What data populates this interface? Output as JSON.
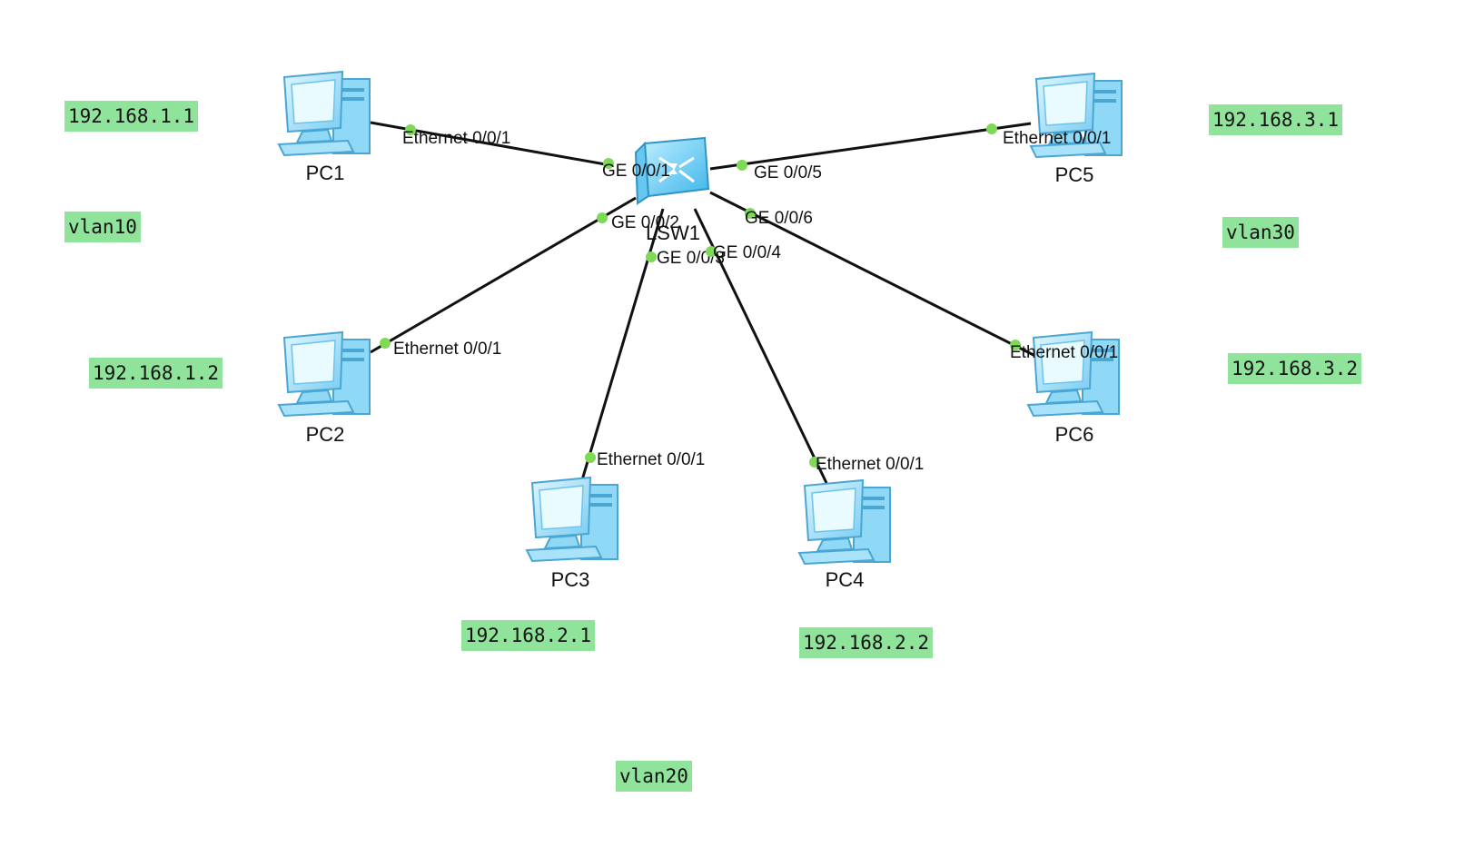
{
  "devices": {
    "switch": {
      "label": "LSW1",
      "icon": "switch-icon"
    },
    "pc1": {
      "label": "PC1",
      "icon": "pc-icon"
    },
    "pc2": {
      "label": "PC2",
      "icon": "pc-icon"
    },
    "pc3": {
      "label": "PC3",
      "icon": "pc-icon"
    },
    "pc4": {
      "label": "PC4",
      "icon": "pc-icon"
    },
    "pc5": {
      "label": "PC5",
      "icon": "pc-icon"
    },
    "pc6": {
      "label": "PC6",
      "icon": "pc-icon"
    }
  },
  "links": [
    {
      "switch_port": "GE 0/0/1",
      "pc": "PC1",
      "pc_port": "Ethernet 0/0/1"
    },
    {
      "switch_port": "GE 0/0/2",
      "pc": "PC2",
      "pc_port": "Ethernet 0/0/1"
    },
    {
      "switch_port": "GE 0/0/3",
      "pc": "PC3",
      "pc_port": "Ethernet 0/0/1"
    },
    {
      "switch_port": "GE 0/0/4",
      "pc": "PC4",
      "pc_port": "Ethernet 0/0/1"
    },
    {
      "switch_port": "GE 0/0/5",
      "pc": "PC5",
      "pc_port": "Ethernet 0/0/1"
    },
    {
      "switch_port": "GE 0/0/6",
      "pc": "PC6",
      "pc_port": "Ethernet 0/0/1"
    }
  ],
  "notes": {
    "ip_pc1": "192.168.1.1",
    "ip_pc2": "192.168.1.2",
    "ip_pc3": "192.168.2.1",
    "ip_pc4": "192.168.2.2",
    "ip_pc5": "192.168.3.1",
    "ip_pc6": "192.168.3.2",
    "vlan10": "vlan10",
    "vlan20": "vlan20",
    "vlan30": "vlan30"
  },
  "colors": {
    "note_background": "#90e39a",
    "port_dot": "#7ed957",
    "link_line": "#111111",
    "device_icon": "#8fd9f7"
  }
}
